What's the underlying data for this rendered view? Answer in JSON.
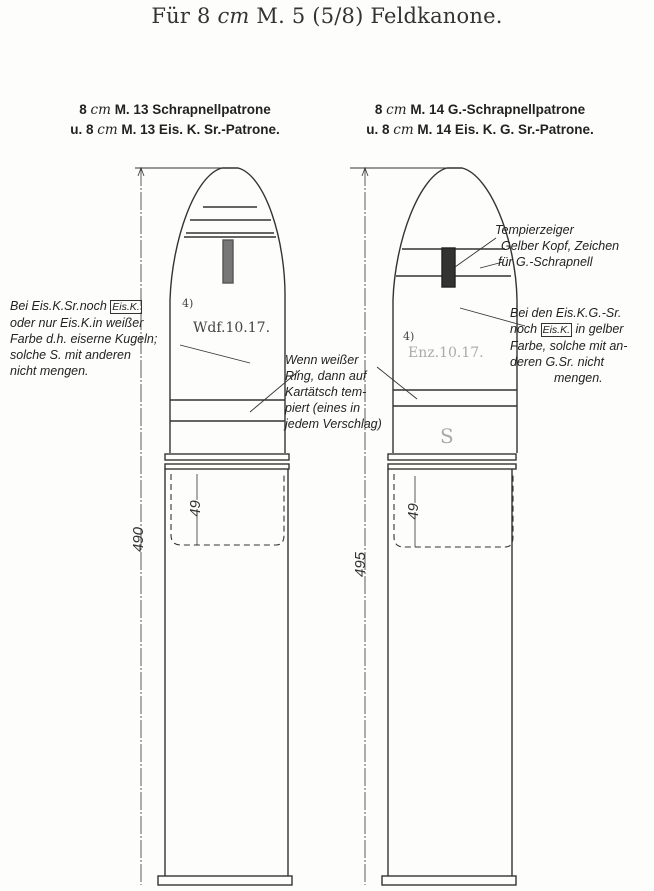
{
  "title": {
    "prefix": "Für 8",
    "unit": "cm",
    "suffix": "M. 5 (5/8) Feldkanone."
  },
  "left_cartridge": {
    "heading_line1_pre": "8",
    "heading_unit": "cm",
    "heading_line1_post": "M. 13 Schrapnellpatrone",
    "heading_line2_pre": "u. 8",
    "heading_line2_post": "M. 13 Eis. K. Sr.-Patrone.",
    "stamp_note": "4)",
    "stamp": "Wdf.10.17.",
    "overall_length": "490",
    "pocket_depth": "49",
    "note_lines": [
      "Bei Eis.K.Sr.noch",
      "oder nur Eis.K.in weißer",
      "Farbe d.h. eiserne Kugeln;",
      "solche S. mit anderen",
      "nicht  mengen."
    ],
    "note_box": "Eis.K."
  },
  "middle_note": {
    "lines": [
      "Wenn weißer",
      "Ring, dann auf",
      "Kartätsch tem-",
      "piert (eines in",
      "jedem Verschlag)"
    ]
  },
  "right_cartridge": {
    "heading_line1_pre": "8",
    "heading_unit": "cm",
    "heading_line1_post": "M. 14 G.-Schrapnellpatrone",
    "heading_line2_pre": "u. 8",
    "heading_line2_post": "M. 14 Eis. K. G. Sr.-Patrone.",
    "stamp_note": "4)",
    "stamp": "Enz.10.17.",
    "body_mark": "S",
    "overall_length": "495",
    "pocket_depth": "49",
    "fuze_note_lines": [
      "Tempierzeiger",
      "Gelber Kopf, Zeichen",
      "für G.-Schrapnell"
    ],
    "note_lines_pre": "Bei den Eis.K.G.-Sr.",
    "note_line2_pre": "noch",
    "note_box": "Eis.K.",
    "note_line2_post": "in gelber",
    "note_lines_rest": [
      "Farbe, solche mit an-",
      "deren G.Sr. nicht",
      "mengen."
    ]
  }
}
